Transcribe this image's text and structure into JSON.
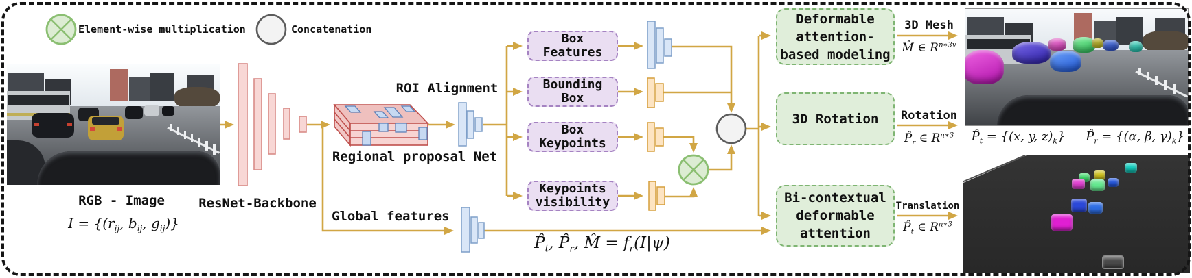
{
  "legend": {
    "multiply_label": "Element-wise multiplication",
    "concat_label": "Concatenation"
  },
  "labels": {
    "rgb_image": "RGB - Image",
    "resnet": "ResNet-Backbone",
    "rpn": "Regional proposal Net",
    "roi": "ROI Alignment",
    "global_features": "Global features"
  },
  "branches": [
    {
      "line1": "Box",
      "line2": "Features"
    },
    {
      "line1": "Bounding",
      "line2": "Box"
    },
    {
      "line1": "Box",
      "line2": "Keypoints"
    },
    {
      "line1": "Keypoints",
      "line2": "visibility"
    }
  ],
  "heads": [
    {
      "line1": "Deformable",
      "line2": "attention-",
      "line3": "based modeling"
    },
    {
      "line1": "3D Rotation"
    },
    {
      "line1": "Bi-contextual",
      "line2": "deformable",
      "line3": "attention"
    }
  ],
  "outputs": {
    "mesh_label": "3D Mesh",
    "rotation_label": "Rotation",
    "translation_label": "Translation"
  },
  "formulas": {
    "input": [
      {
        "t": "I = {("
      },
      {
        "t": "r",
        "s": "ij"
      },
      {
        "t": ", "
      },
      {
        "t": "b",
        "s": "ij"
      },
      {
        "t": ", "
      },
      {
        "t": "g",
        "s": "ij"
      },
      {
        "t": ")}"
      }
    ],
    "main": [
      {
        "t": "P̂",
        "s": "t"
      },
      {
        "t": ", P̂",
        "s": "r"
      },
      {
        "t": ", M̂ = f",
        "s": "r"
      },
      {
        "t": "(I|ψ)"
      }
    ],
    "mesh": [
      {
        "t": "M̂ ∈ R",
        "u": "n∗3v"
      }
    ],
    "rotation": [
      {
        "t": "P̂",
        "s": "r"
      },
      {
        "t": " ∈ R",
        "u": "n∗3"
      }
    ],
    "translation": [
      {
        "t": "P̂",
        "s": "t"
      },
      {
        "t": " ∈ R",
        "u": "n∗3"
      }
    ],
    "pt_set": [
      {
        "t": "P̂",
        "s": "t"
      },
      {
        "t": " = {(x, y, z)",
        "s": "k"
      },
      {
        "t": "}"
      }
    ],
    "pr_set": [
      {
        "t": "P̂",
        "s": "r"
      },
      {
        "t": " = {(α, β, γ)",
        "s": "k"
      },
      {
        "t": "}"
      }
    ]
  },
  "icons": {
    "multiply": "circle-cross-icon",
    "concat": "circle-icon"
  },
  "colors": {
    "wire": "#d1a644",
    "backbone_fill": "#f8d7d5",
    "backbone_border": "#d98c88",
    "rpn_border": "#bf4f4c",
    "feature_blue_fill": "#d9e6f7",
    "feature_blue_border": "#7e9fc9",
    "feature_orange_fill": "#fde4c2",
    "feature_orange_border": "#d59f3c",
    "branch_fill": "#eadef2",
    "branch_border": "#a583c2",
    "head_fill": "#e0eeda",
    "head_border": "#7fb573",
    "multiply_fill": "#dcecd3",
    "multiply_border": "#8bbf72",
    "concat_fill": "#f3f3f3",
    "concat_border": "#5c5c5c"
  }
}
